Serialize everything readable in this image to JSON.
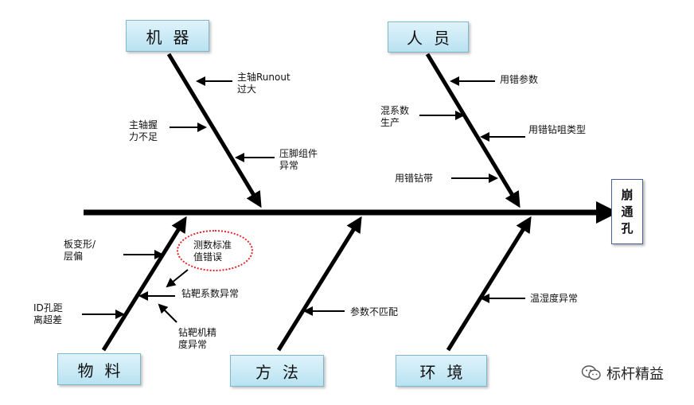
{
  "categories": {
    "machine": "机器",
    "people": "人员",
    "material": "物料",
    "method": "方法",
    "environment": "环境"
  },
  "effect": "崩通孔",
  "causes": {
    "spindle_runout": "主轴Runout\n过大",
    "spindle_grip": "主轴握\n力不足",
    "presser_foot": "压脚组件\n异常",
    "wrong_params": "用错参数",
    "mixed_coeff": "混系数\n生产",
    "wrong_bit_type": "用错钻咀类型",
    "wrong_tape": "用错钻带",
    "board_warp": "板变形/\n层偏",
    "measure_std": "测数标准\n值错误",
    "target_coeff": "钻靶系数异常",
    "id_hole_dist": "ID孔距\n离超差",
    "target_machine": "钻靶机精\n度异常",
    "param_mismatch": "参数不匹配",
    "temp_humidity": "温湿度异常"
  },
  "watermark": {
    "icon": "wechat-icon",
    "text": "标杆精益"
  },
  "colors": {
    "line": "#000000",
    "category_fill": "#c9eaf6",
    "highlight": "#e0252b"
  }
}
